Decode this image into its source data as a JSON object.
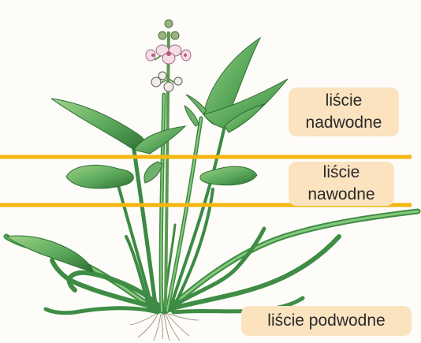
{
  "labels": {
    "nadwodne": [
      "liście",
      "nadwodne"
    ],
    "nawodne": [
      "liście",
      "nawodne"
    ],
    "podwodne": "liście podwodne"
  },
  "colors": {
    "waterline": "#f4b60f",
    "label_bg": "#fbe3c0",
    "leaf": "#5aa85a",
    "leaf_dark": "#2f6f34",
    "leaf_light": "#9fd28a",
    "flower": "#f3d6e2",
    "root": "#b9b09a"
  }
}
